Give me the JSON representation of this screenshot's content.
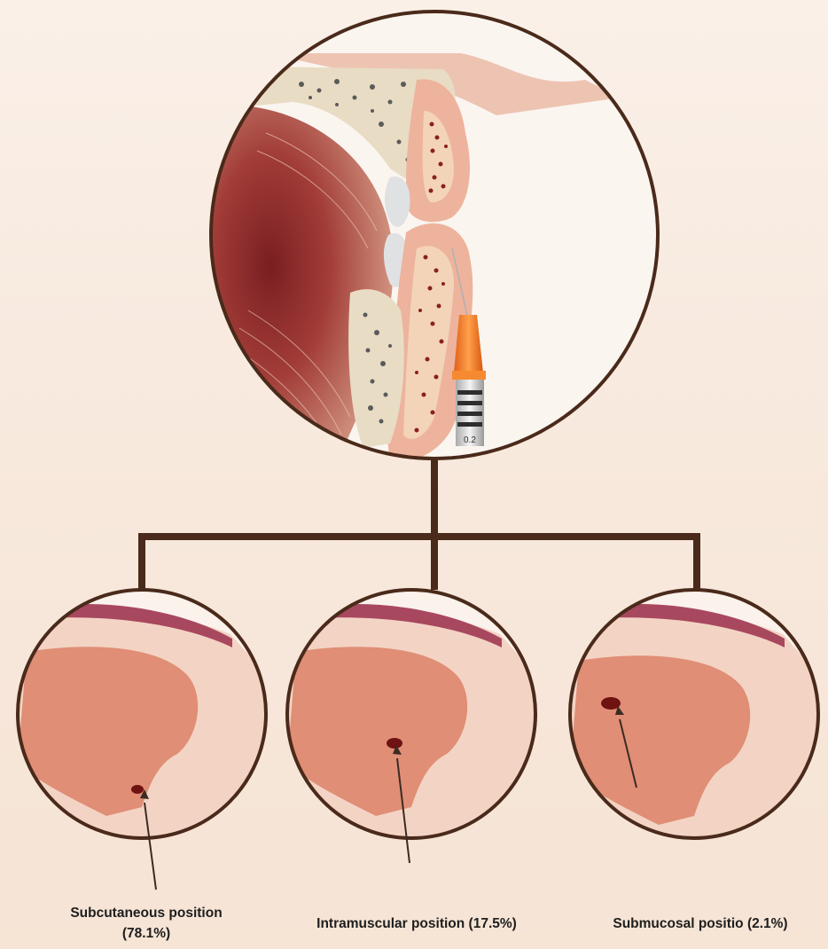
{
  "syringe": {
    "scale_text": "0.2"
  },
  "positions": [
    {
      "label": "Subcutaneous position",
      "percent": "(78.1%)"
    },
    {
      "label": "Intramuscular position (17.5%)"
    },
    {
      "label": "Submucosal positio (2.1%)"
    }
  ],
  "colors": {
    "outline": "#4a2a1a",
    "background": "#f8ebe0",
    "lip_pink": "#f1c8b8",
    "muscle": "#e08e76",
    "mucosa": "#a8485f",
    "vessel": "#6e1212",
    "bone": "#e9dcc4",
    "needle_hub": "#f07a20"
  }
}
